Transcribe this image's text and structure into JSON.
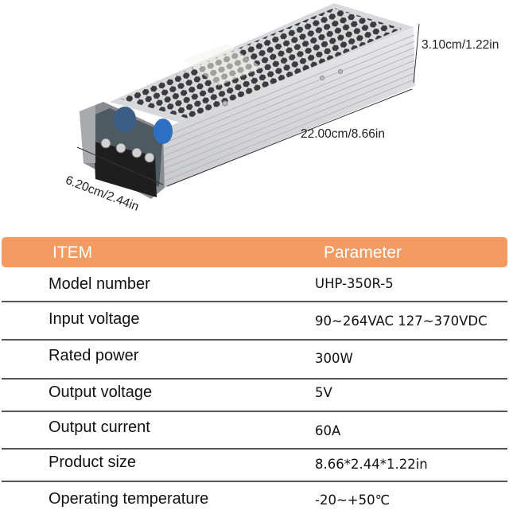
{
  "product_image": {
    "subject": "switching power supply with perforated aluminum enclosure",
    "dimensions": {
      "height": "3.10cm/1.22in",
      "length": "22.00cm/8.66in",
      "width": "6.20cm/2.44in"
    }
  },
  "spec_table": {
    "header": {
      "item": "ITEM",
      "parameter": "Parameter",
      "color": "#f39b63"
    },
    "rows": [
      {
        "label": "Model number",
        "value": "UHP-350R-5"
      },
      {
        "label": "Input voltage",
        "value": "90~264VAC  127~370VDC"
      },
      {
        "label": "Rated power",
        "value": "300W"
      },
      {
        "label": "Output voltage",
        "value": "5V"
      },
      {
        "label": "Output current",
        "value": "60A"
      },
      {
        "label": "Product size",
        "value": "8.66*2.44*1.22in"
      },
      {
        "label": "Operating temperature",
        "value": "-20~+50℃"
      }
    ]
  }
}
